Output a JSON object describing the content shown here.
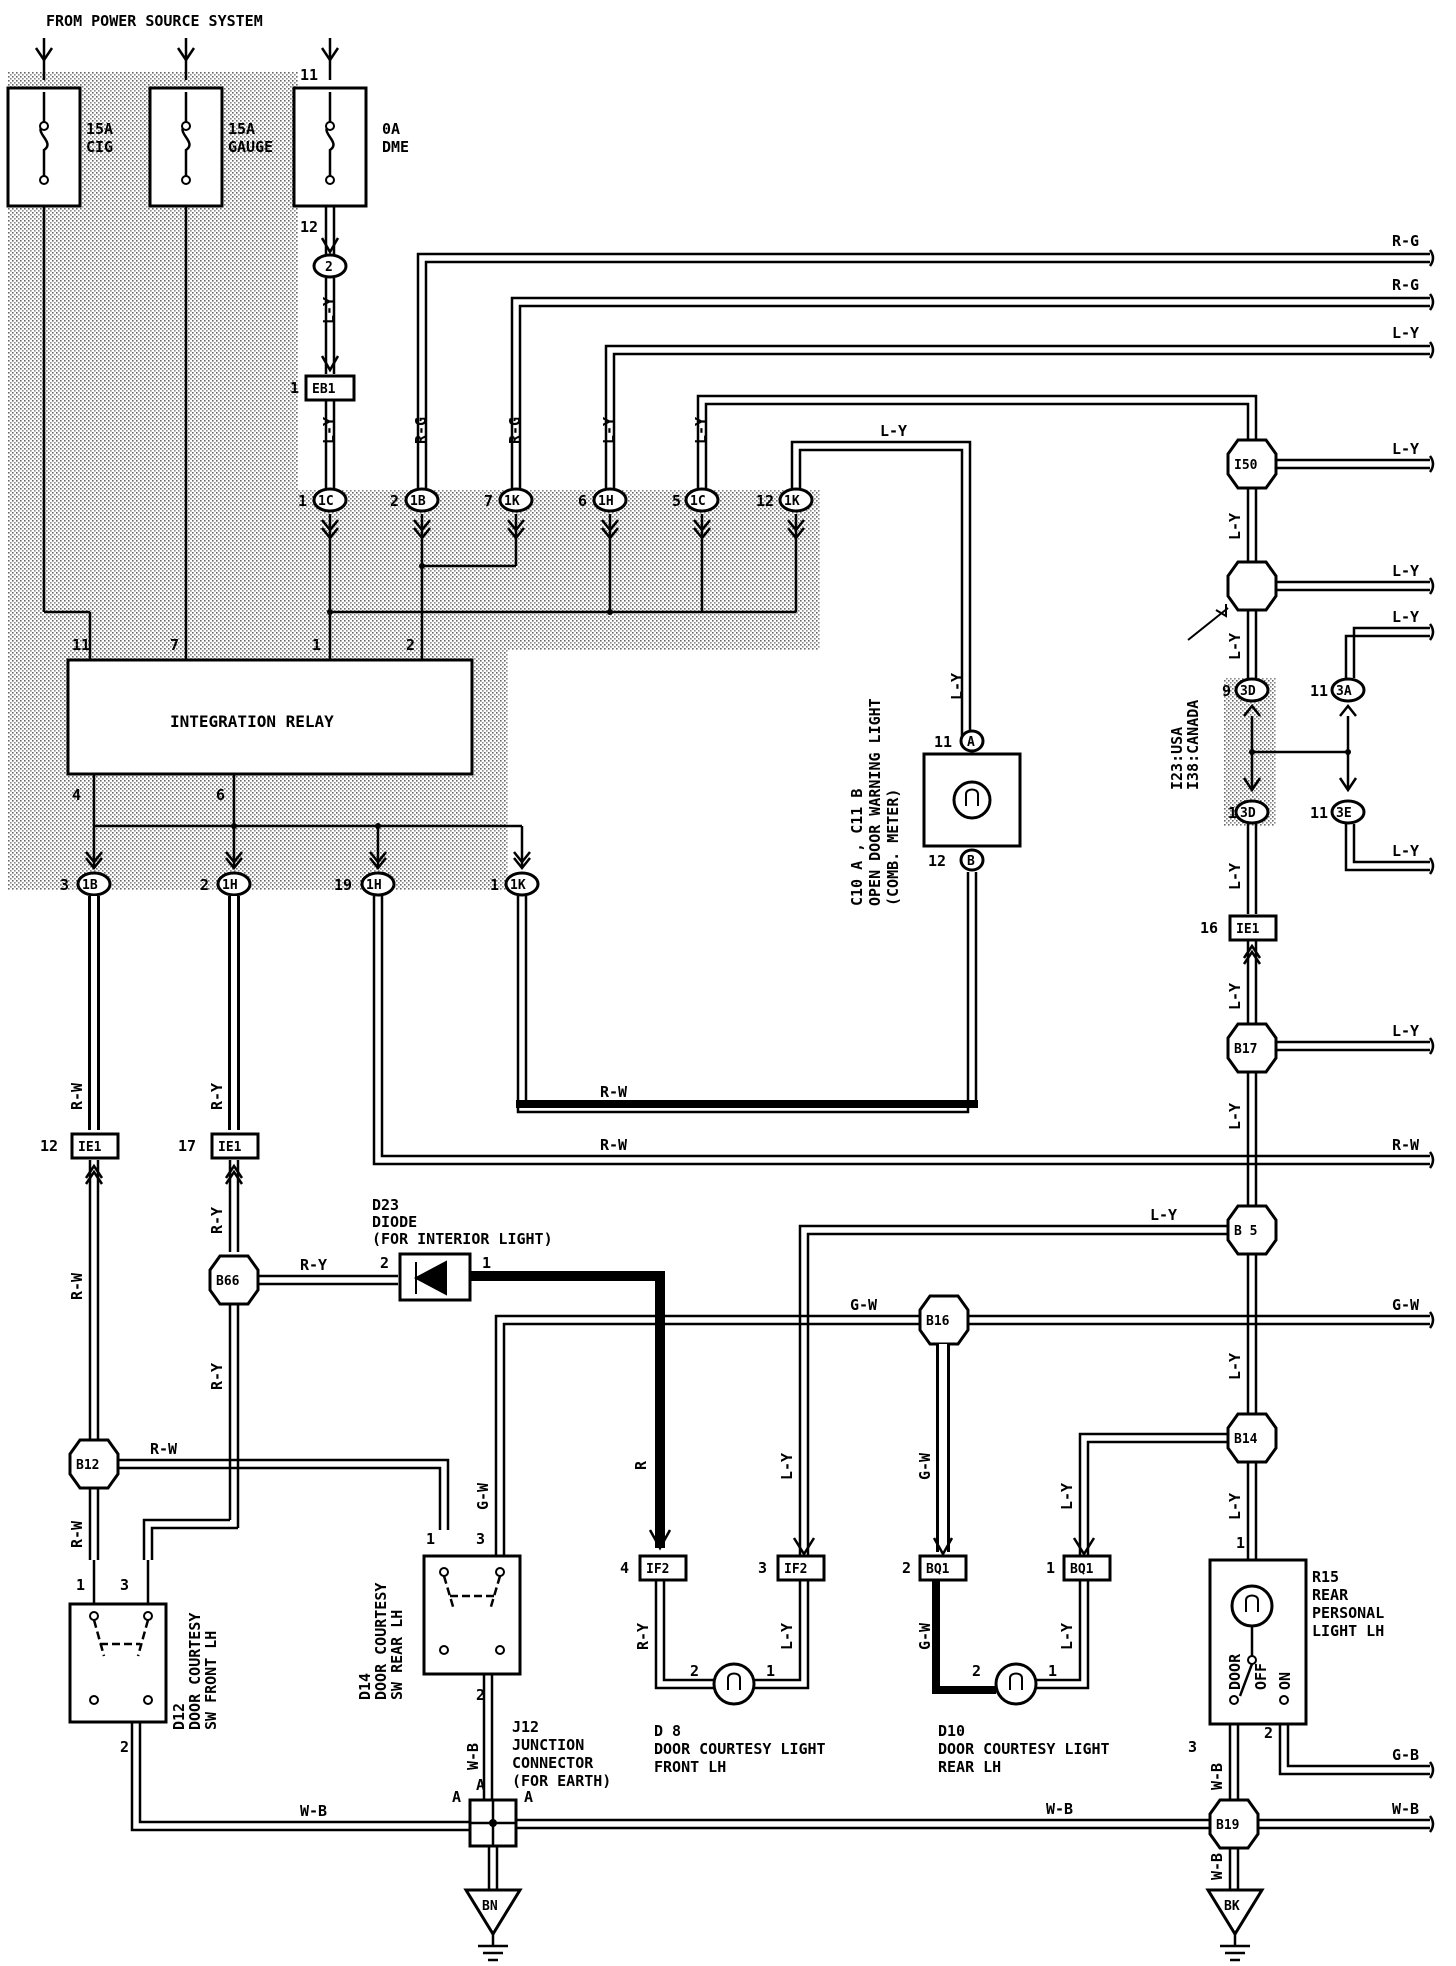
{
  "header": {
    "title": "FROM POWER SOURCE SYSTEM"
  },
  "fuses": [
    {
      "line1": "15A",
      "line2": "CIG"
    },
    {
      "line1": "15A",
      "line2": "GAUGE"
    },
    {
      "line1": "0A",
      "line2": "DME"
    }
  ],
  "fuse_pins": {
    "in": "11",
    "out": "12"
  },
  "connector_2": "2",
  "connector_eb1": {
    "pin": "1",
    "name": "EB1"
  },
  "relay": {
    "name": "INTEGRATION RELAY",
    "top_pins": [
      "11",
      "7",
      "1",
      "2"
    ],
    "bottom_pins": [
      "4",
      "6"
    ]
  },
  "relay_top_connectors": [
    {
      "pin": "1",
      "name": "1C",
      "wire": "L-Y"
    },
    {
      "pin": "2",
      "name": "1B",
      "wire": "R-G"
    },
    {
      "pin": "7",
      "name": "1K",
      "wire": "R-G"
    },
    {
      "pin": "6",
      "name": "1H",
      "wire": "L-Y"
    },
    {
      "pin": "5",
      "name": "1C",
      "wire": "L-Y"
    },
    {
      "pin": "12",
      "name": "1K",
      "wire": ""
    }
  ],
  "relay_bottom_connectors": [
    {
      "pin": "3",
      "name": "1B"
    },
    {
      "pin": "2",
      "name": "1H"
    },
    {
      "pin": "19",
      "name": "1H"
    },
    {
      "pin": "1",
      "name": "1K"
    }
  ],
  "right_wires": {
    "rg1": "R-G",
    "rg2": "R-G",
    "ly1": "L-Y",
    "ly_top": "L-Y",
    "ly_i50": "L-Y",
    "ly_junction": "L-Y",
    "ly_3a": "L-Y",
    "ly_3e": "L-Y",
    "ly_b17": "L-Y",
    "rw": "R-W",
    "gw": "G-W",
    "gb": "G-B",
    "wb": "W-B"
  },
  "junctions": {
    "i50": "I50",
    "b17": "B17",
    "b5": "B 5",
    "b16": "B16",
    "b14": "B14",
    "b19": "B19",
    "b66": "B66",
    "b12": "B12"
  },
  "junction_note": {
    "line1": "I23:USA",
    "line2": "I38:CANADA"
  },
  "i_connectors": [
    {
      "pin": "9",
      "name": "3D"
    },
    {
      "pin": "11",
      "name": "3A"
    },
    {
      "pin": "1",
      "name": "3D"
    },
    {
      "pin": "11",
      "name": "3E"
    }
  ],
  "ie1_connectors": [
    {
      "pin": "16",
      "name": "IE1"
    },
    {
      "pin": "12",
      "name": "IE1"
    },
    {
      "pin": "17",
      "name": "IE1"
    }
  ],
  "warning_light": {
    "title": "C10 A , C11 B",
    "line1": "OPEN DOOR WARNING LIGHT",
    "line2": "(COMB. METER)",
    "pin_a": "11",
    "conn_a": "A",
    "pin_b": "12",
    "conn_b": "B"
  },
  "diode": {
    "id": "D23",
    "name": "DIODE",
    "desc": "(FOR INTERIOR LIGHT)",
    "pin_left": "2",
    "pin_right": "1"
  },
  "door_front": {
    "id": "D12",
    "name1": "DOOR COURTESY",
    "name2": "SW FRONT LH",
    "pins": [
      "1",
      "3",
      "2"
    ]
  },
  "door_rear": {
    "id": "D14",
    "name1": "DOOR COURTESY",
    "name2": "SW REAR LH",
    "pins": [
      "1",
      "3",
      "2"
    ]
  },
  "junction_connector": {
    "id": "J12",
    "line1": "JUNCTION",
    "line2": "CONNECTOR",
    "line3": "(FOR EARTH)",
    "a1": "A",
    "a2": "A"
  },
  "light_front": {
    "id": "D 8",
    "name": "DOOR COURTESY LIGHT",
    "name2": "FRONT LH",
    "pins": [
      "2",
      "1"
    ]
  },
  "light_rear": {
    "id": "D10",
    "name": "DOOR COURTESY LIGHT",
    "name2": "REAR LH",
    "pins": [
      "2",
      "1"
    ]
  },
  "personal_light": {
    "id": "R15",
    "line1": "REAR",
    "line2": "PERSONAL",
    "line3": "LIGHT LH",
    "pins": [
      "1",
      "3",
      "2"
    ],
    "sw1": "DOOR",
    "sw2": "OFF",
    "sw3": "ON"
  },
  "if2_connectors": [
    {
      "pin": "4",
      "name": "IF2"
    },
    {
      "pin": "3",
      "name": "IF2"
    }
  ],
  "bq1_connectors": [
    {
      "pin": "2",
      "name": "BQ1"
    },
    {
      "pin": "1",
      "name": "BQ1"
    }
  ],
  "grounds": {
    "left": "BN",
    "right": "BK"
  },
  "wire_labels": {
    "ly": "L-Y",
    "rw": "R-W",
    "ry": "R-Y",
    "r": "R",
    "gw": "G-W",
    "wb": "W-B"
  }
}
